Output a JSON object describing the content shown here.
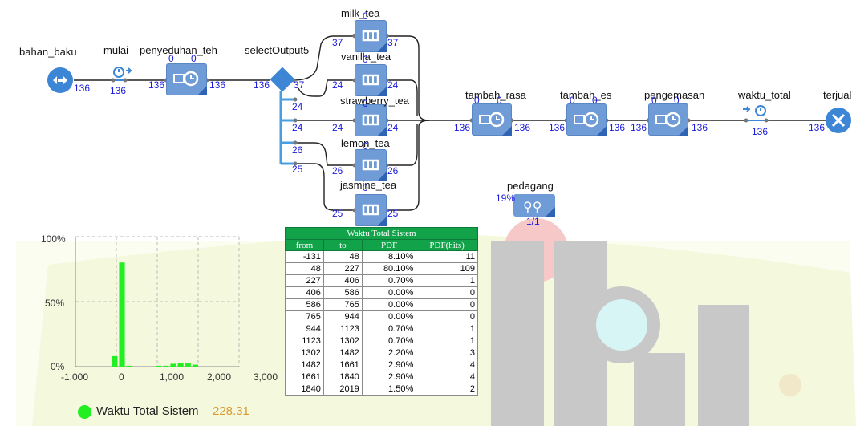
{
  "flow": {
    "source": {
      "label": "bahan_baku",
      "count": "136"
    },
    "timer_start": {
      "label": "mulai",
      "count": "136"
    },
    "brewing": {
      "label": "penyeduhan_teh",
      "queue": "0",
      "busy": "0",
      "in": "136",
      "out": "136"
    },
    "select": {
      "label": "selectOutput5",
      "in": "136",
      "out": [
        "37",
        "24",
        "24",
        "26",
        "25"
      ]
    },
    "flavors": [
      {
        "label": "milk_tea",
        "in": "37",
        "out": "37",
        "badge": "0"
      },
      {
        "label": "vanilla_tea",
        "in": "24",
        "out": "24",
        "badge": "0"
      },
      {
        "label": "strawberry_tea",
        "in": "24",
        "out": "24",
        "badge": "0"
      },
      {
        "label": "lemon_tea",
        "in": "26",
        "out": "26",
        "badge": "0"
      },
      {
        "label": "jasmine_tea",
        "in": "25",
        "out": "25",
        "badge": "0"
      }
    ],
    "add_flavor": {
      "label": "tambah_rasa",
      "queue": "0",
      "busy": "0",
      "in": "136",
      "out": "136"
    },
    "add_ice": {
      "label": "tambah_es",
      "queue": "0",
      "busy": "0",
      "in": "136",
      "out": "136"
    },
    "packaging": {
      "label": "pengemasan",
      "queue": "0",
      "busy": "0",
      "in": "136",
      "out": "136"
    },
    "timer_end": {
      "label": "waktu_total",
      "count": "136"
    },
    "sink": {
      "label": "terjual",
      "count": "136"
    },
    "resource": {
      "label": "pedagang",
      "util": "19%",
      "capacity": "1/1"
    }
  },
  "chart_data": {
    "type": "bar",
    "title": "",
    "xlabel": "",
    "ylabel": "",
    "xlim": [
      -1000,
      3000
    ],
    "ylim": [
      0,
      1
    ],
    "x_ticks": [
      "-1,000",
      "0",
      "1,000",
      "2,000",
      "3,000"
    ],
    "y_ticks": [
      "0%",
      "50%",
      "100%"
    ],
    "grid": true,
    "series": [
      {
        "name": "Waktu Total Sistem",
        "bins": [
          [
            -131,
            48
          ],
          [
            48,
            227
          ],
          [
            227,
            406
          ],
          [
            406,
            586
          ],
          [
            586,
            765
          ],
          [
            765,
            944
          ],
          [
            944,
            1123
          ],
          [
            1123,
            1302
          ],
          [
            1302,
            1482
          ],
          [
            1482,
            1661
          ],
          [
            1661,
            1840
          ],
          [
            1840,
            2019
          ]
        ],
        "values": [
          0.081,
          0.801,
          0.007,
          0.0,
          0.0,
          0.0,
          0.007,
          0.007,
          0.022,
          0.029,
          0.029,
          0.015
        ]
      }
    ],
    "legend": {
      "label": "Waktu Total Sistem",
      "value": "228.31",
      "placement": "bottom"
    },
    "color": "#22ee22"
  },
  "table": {
    "title": "Waktu Total Sistem",
    "headers": [
      "from",
      "to",
      "PDF",
      "PDF(hits)"
    ],
    "rows": [
      [
        "-131",
        "48",
        "8.10%",
        "11"
      ],
      [
        "48",
        "227",
        "80.10%",
        "109"
      ],
      [
        "227",
        "406",
        "0.70%",
        "1"
      ],
      [
        "406",
        "586",
        "0.00%",
        "0"
      ],
      [
        "586",
        "765",
        "0.00%",
        "0"
      ],
      [
        "765",
        "944",
        "0.00%",
        "0"
      ],
      [
        "944",
        "1123",
        "0.70%",
        "1"
      ],
      [
        "1123",
        "1302",
        "0.70%",
        "1"
      ],
      [
        "1302",
        "1482",
        "2.20%",
        "3"
      ],
      [
        "1482",
        "1661",
        "2.90%",
        "4"
      ],
      [
        "1661",
        "1840",
        "2.90%",
        "4"
      ],
      [
        "1840",
        "2019",
        "1.50%",
        "2"
      ]
    ]
  },
  "colors": {
    "block": "#6f9bd6",
    "block_dark": "#2f64b4",
    "count": "#1a1adc",
    "header": "#12a24a",
    "bar": "#22ee22",
    "watermark": "#f0f5d0"
  }
}
